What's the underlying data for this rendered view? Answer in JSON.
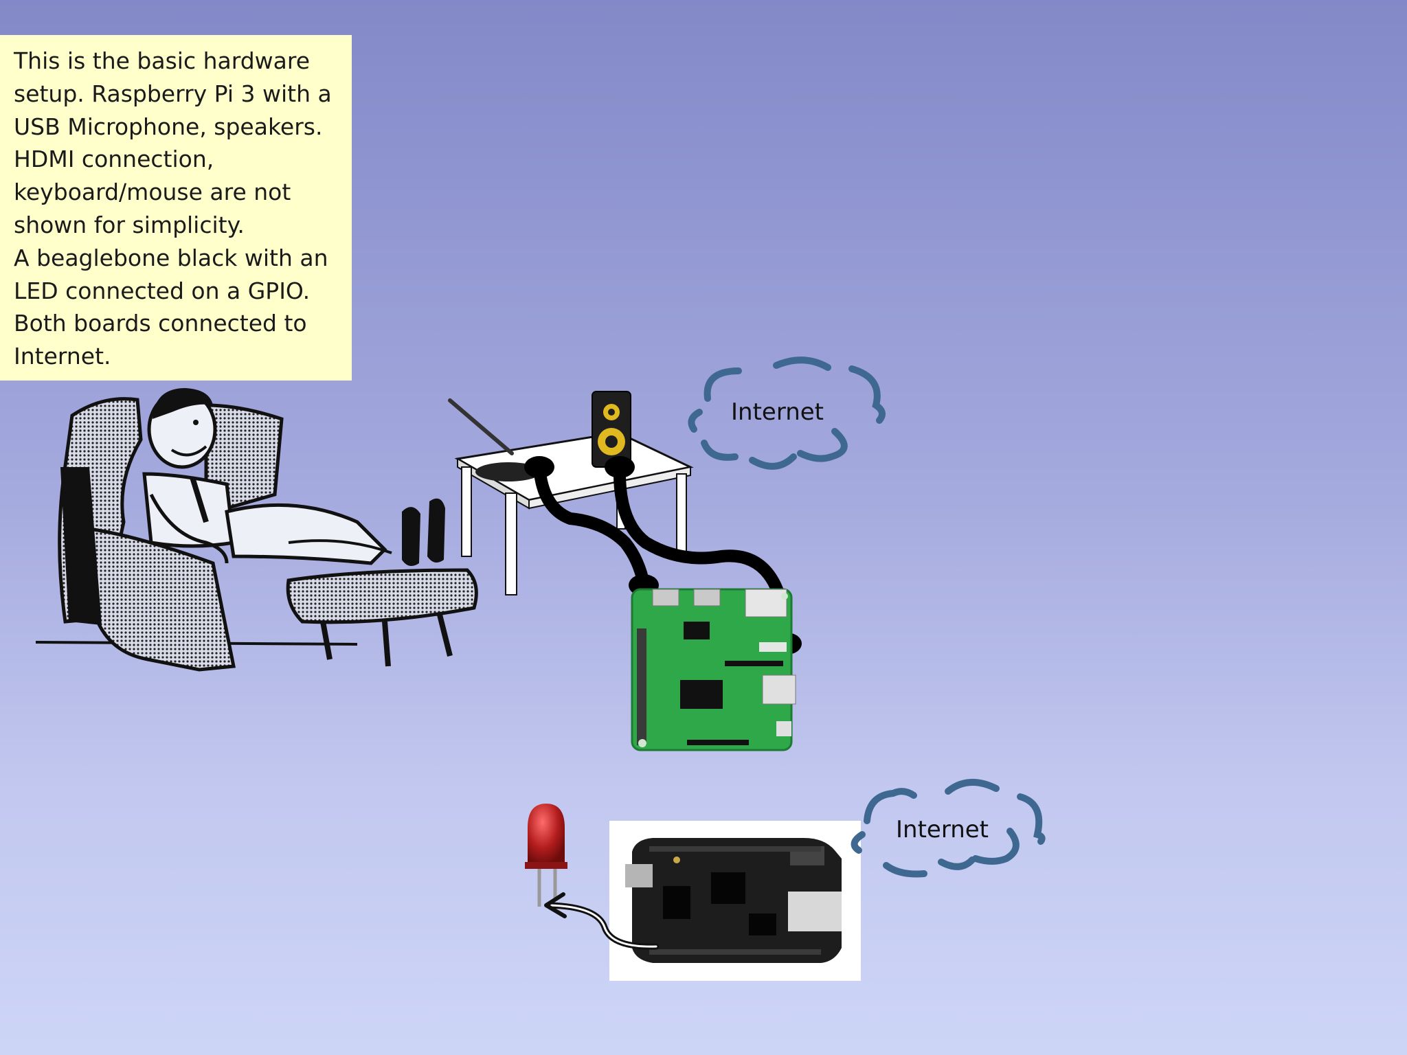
{
  "note": {
    "lines": [
      "This is the basic hardware",
      "setup. Raspberry Pi 3 with a",
      "USB Microphone, speakers.",
      "HDMI connection,",
      "keyboard/mouse are not",
      "shown for simplicity.",
      "A beaglebone black with an",
      "LED connected on a GPIO.",
      "Both boards connected to",
      "Internet."
    ]
  },
  "clouds": {
    "top_label": "Internet",
    "bottom_label": "Internet"
  },
  "colors": {
    "note_background": "#ffffcc",
    "cloud_stroke": "#3f6890",
    "pcb_green": "#2fa84a",
    "cable": "#000000",
    "led_red": "#b31d1d"
  }
}
